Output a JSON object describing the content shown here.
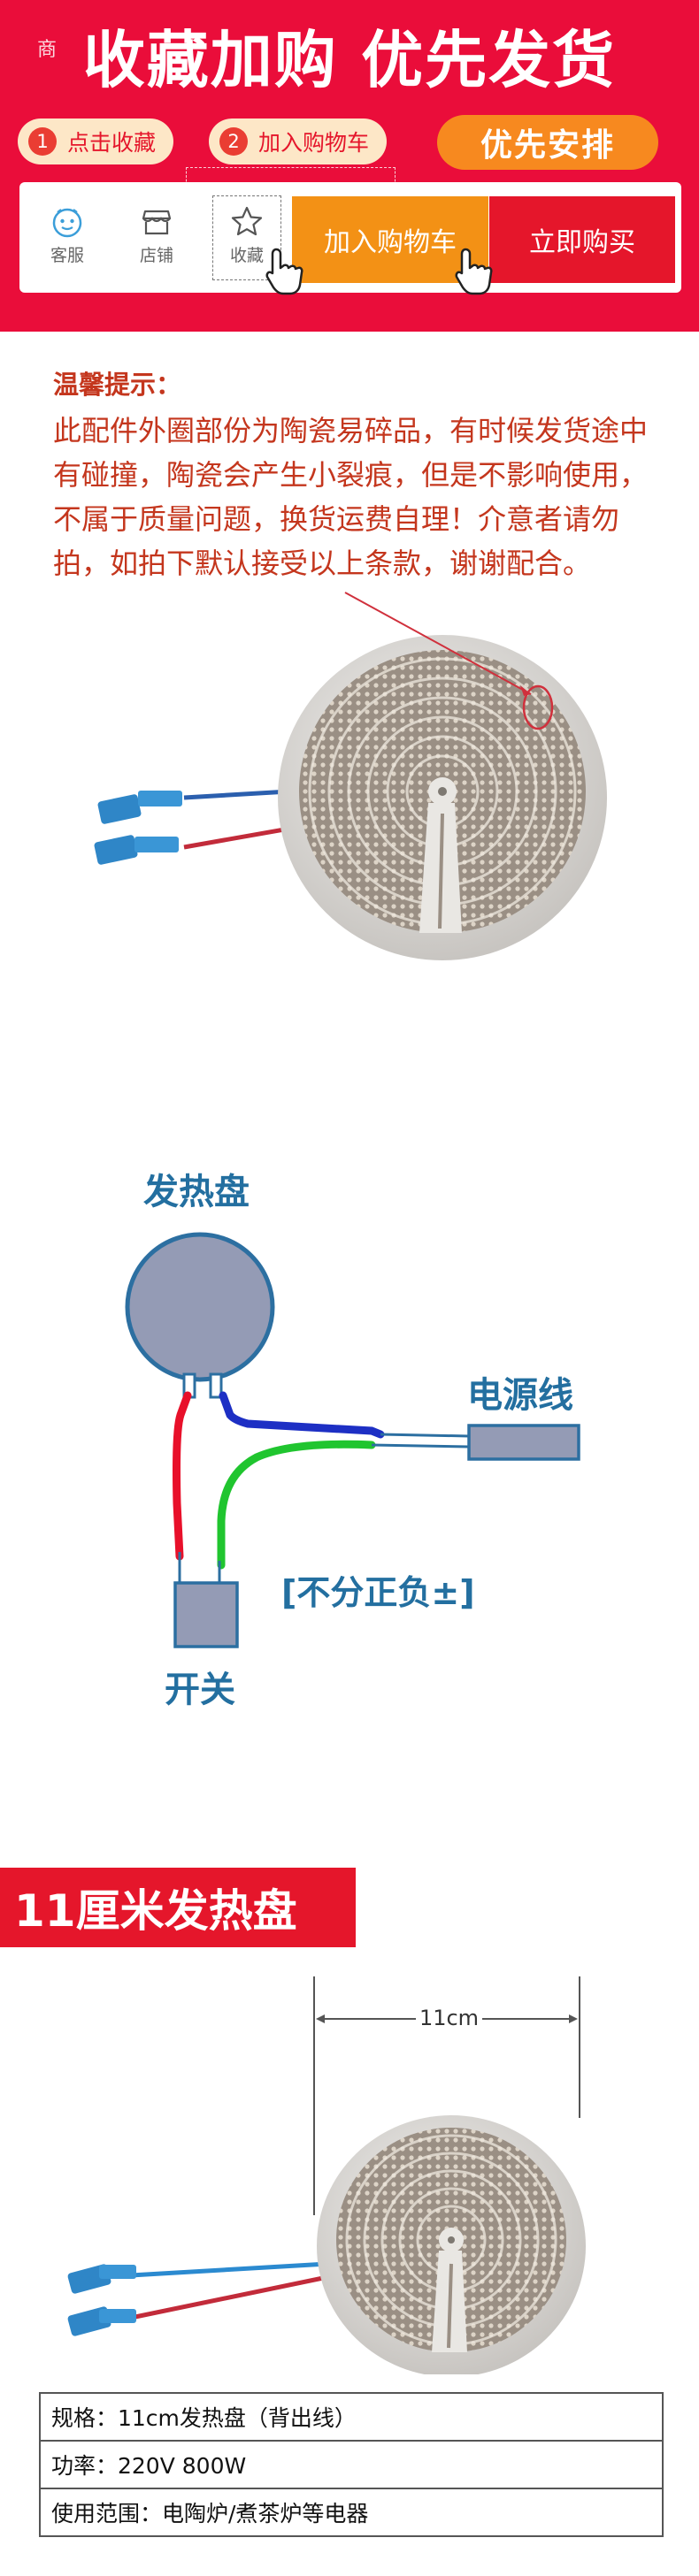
{
  "banner": {
    "corner_mark": "商",
    "title": "收藏加购 优先发货",
    "steps": [
      {
        "num": "1",
        "label": "点击收藏"
      },
      {
        "num": "2",
        "label": "加入购物车"
      }
    ],
    "priority_label": "优先安排",
    "toolbar": {
      "service_label": "客服",
      "shop_label": "店铺",
      "favorite_label": "收藏",
      "cart_label": "加入购物车",
      "buy_label": "立即购买"
    }
  },
  "tip": {
    "title": "温馨提示：",
    "text": "此配件外圈部份为陶瓷易碎品，有时候发货途中有碰撞，陶瓷会产生小裂痕，但是不影响使用，不属于质量问题，换货运费自理！介意者请勿拍，如拍下默认接受以上条款，谢谢配合。"
  },
  "diagram": {
    "heating_plate": "发热盘",
    "power_cord": "电源线",
    "polarity_note": "[不分正负±]",
    "switch": "开关"
  },
  "section": {
    "title": "11厘米发热盘",
    "dimension": "11cm"
  },
  "spec": {
    "rows": [
      "规格：11cm发热盘（背出线）",
      "功率：220V 800W",
      "使用范围：电陶炉/煮茶炉等电器"
    ]
  },
  "colors": {
    "banner_red": "#ea0d3a",
    "cart_orange": "#f39115",
    "buy_red": "#e5162b",
    "tip_text": "#c4361d",
    "diagram_text": "#236fa0"
  }
}
